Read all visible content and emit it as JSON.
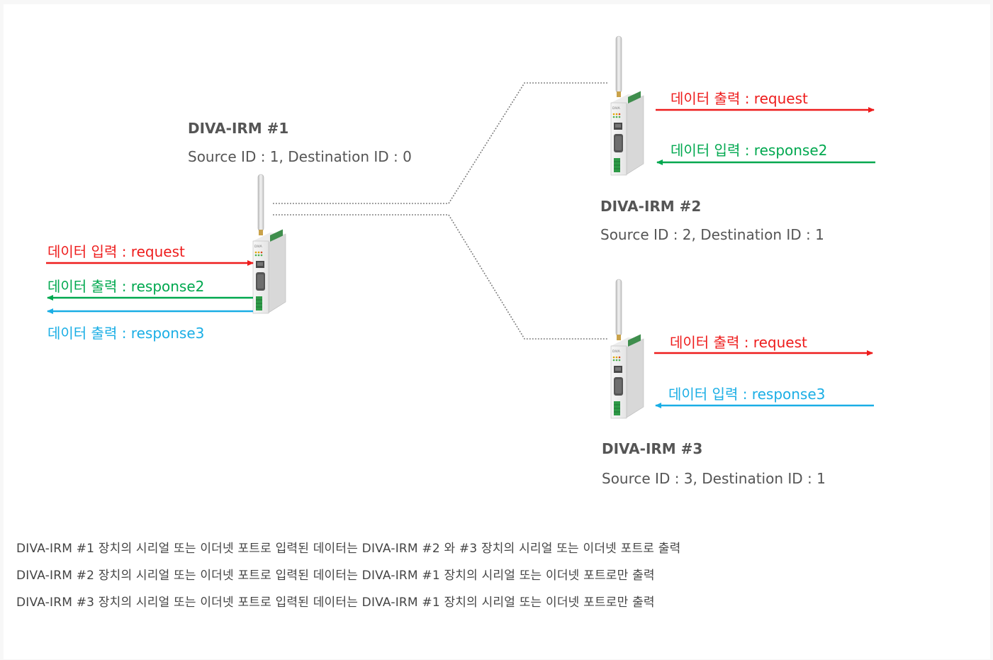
{
  "colors": {
    "red": "#ee1c1c",
    "green": "#00a84f",
    "cyan": "#1aaee5",
    "text": "#555555"
  },
  "devices": [
    {
      "title": "DIVA-IRM #1",
      "sub": "Source ID : 1, Destination ID : 0"
    },
    {
      "title": "DIVA-IRM #2",
      "sub": "Source ID : 2, Destination ID : 1"
    },
    {
      "title": "DIVA-IRM #3",
      "sub": "Source ID : 3, Destination ID : 1"
    }
  ],
  "arrows": {
    "d1_in": "데이터 입력 : request",
    "d1_out2": "데이터 출력 : response2",
    "d1_out3": "데이터 출력 : response3",
    "d2_out": "데이터 출력 : request",
    "d2_in": "데이터 입력 : response2",
    "d3_out": "데이터 출력 : request",
    "d3_in": "데이터 입력 : response3"
  },
  "device_logo": "DIVA",
  "description": [
    "DIVA-IRM #1 장치의 시리얼 또는 이더넷 포트로 입력된 데이터는 DIVA-IRM #2 와 #3 장치의 시리얼 또는 이더넷 포트로 출력",
    "DIVA-IRM #2 장치의 시리얼 또는 이더넷 포트로 입력된 데이터는 DIVA-IRM #1 장치의 시리얼 또는 이더넷 포트로만 출력",
    "DIVA-IRM #3 장치의 시리얼 또는 이더넷 포트로 입력된 데이터는 DIVA-IRM #1 장치의 시리얼 또는 이더넷 포트로만 출력"
  ]
}
